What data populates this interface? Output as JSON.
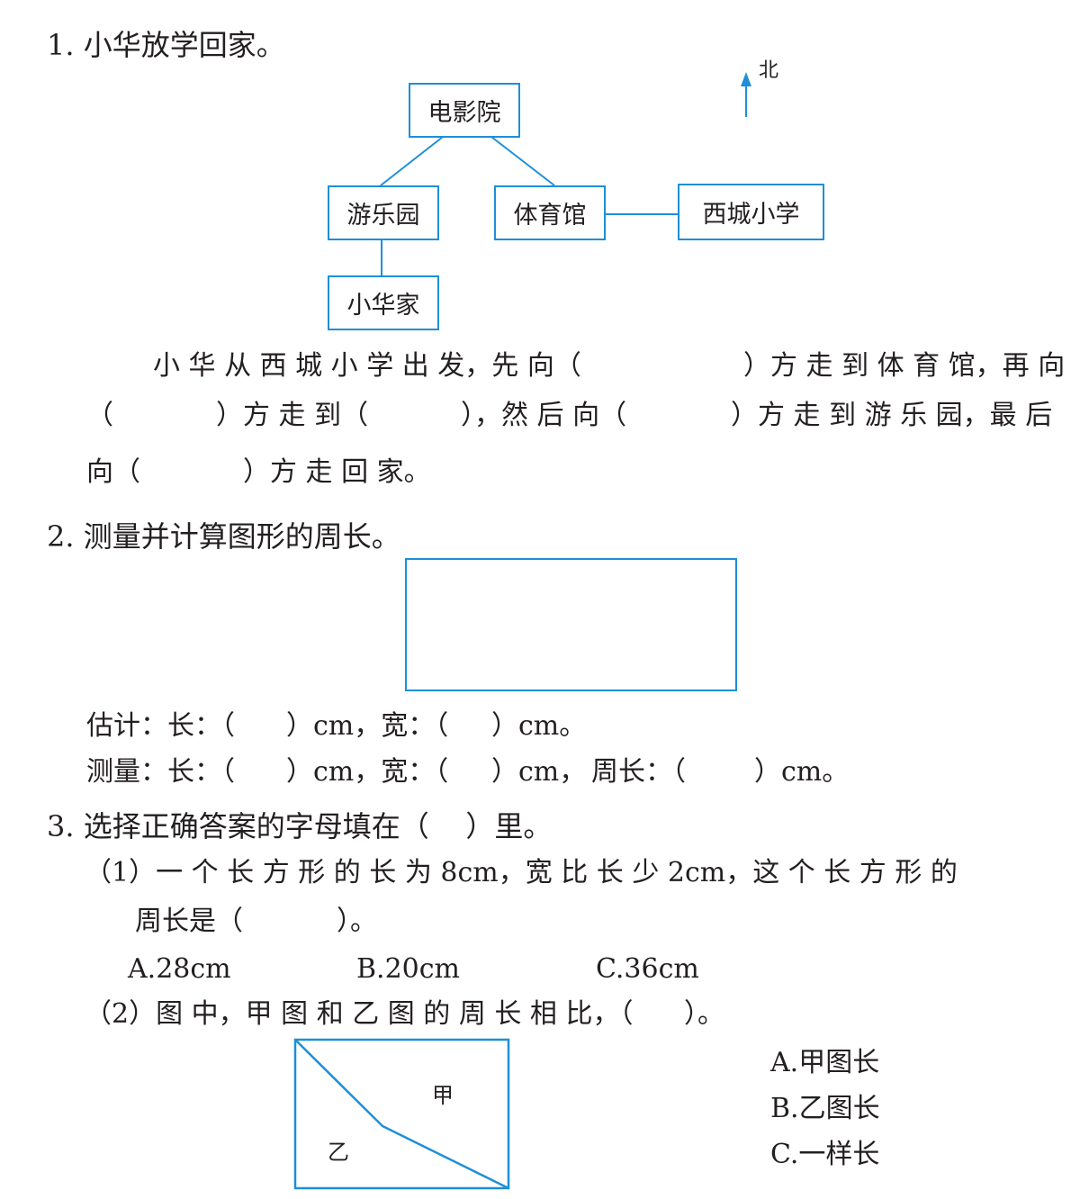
{
  "q1": {
    "title": "1. 小华放学回家。",
    "north_label": "北",
    "places": {
      "cinema": "电影院",
      "park": "游乐园",
      "gym": "体育馆",
      "school": "西城小学",
      "home": "小华家"
    },
    "line1_a": "小 华 从 西 城 小 学 出 发，先 向（",
    "line1_b": "）方 走 到 体 育 馆，再 向",
    "line2_a": "（",
    "line2_b": "）方 走 到（",
    "line2_c": "），然 后 向（",
    "line2_d": "）方 走 到 游 乐 园，最 后",
    "line3_a": "向（",
    "line3_b": "）方 走 回 家。"
  },
  "q2": {
    "title": "2. 测量并计算图形的周长。",
    "est_a": "估计：长：（",
    "est_b": "）cm，宽：（",
    "est_c": "）cm。",
    "meas_a": "测量：长：（",
    "meas_b": "）cm，宽：（",
    "meas_c": "）cm，",
    "meas_d": "周长：（",
    "meas_e": "）cm。"
  },
  "q3": {
    "title": "3. 选择正确答案的字母填在（    ）里。",
    "p1_line1": "（1）一 个 长 方 形 的 长 为 8cm，宽 比 长 少 2cm，这 个 长 方 形 的",
    "p1_line2_a": "周长是（",
    "p1_line2_b": "）。",
    "opt_a": "A.28cm",
    "opt_b": "B.20cm",
    "opt_c": "C.36cm",
    "p2_a": "（2）图 中，甲 图 和 乙 图 的 周 长 相 比，（",
    "p2_b": "）。",
    "label_jia": "甲",
    "label_yi": "乙",
    "choice_a": "A.甲图长",
    "choice_b": "B.乙图长",
    "choice_c": "C.一样长"
  },
  "colors": {
    "accent": "#1e8fd8",
    "text": "#231f20"
  }
}
